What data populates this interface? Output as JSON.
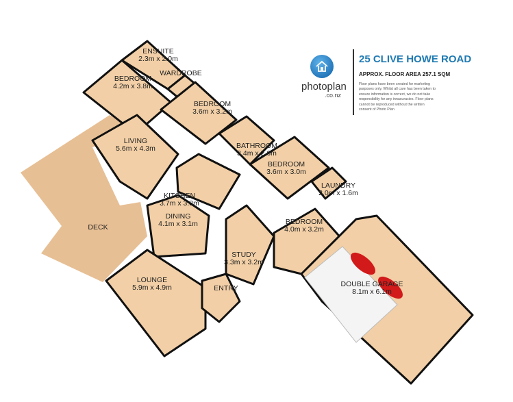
{
  "header": {
    "title": "25 CLIVE HOWE ROAD",
    "floor_area": "APPROX. FLOOR AREA 257.1 SQM",
    "disclaimer": "Floor plans have been created for marketing purposes only. Whilst all care has been taken to ensure information is correct, we do not take responsibility for any innacuracies. Floor plans cannot be reproduced without the written consent of Photo Plan"
  },
  "logo": {
    "brand": "photoplan",
    "domain": ".co.nz",
    "icon": "house-icon",
    "color": "#1f7ab3"
  },
  "rooms": [
    {
      "name": "ENSUITE",
      "size": "2.3m x 2.0m"
    },
    {
      "name": "WARDROBE",
      "size": ""
    },
    {
      "name": "BEDROOM",
      "size": "4.2m x 3.8m"
    },
    {
      "name": "BEDROOM",
      "size": "3.6m x 3.2m"
    },
    {
      "name": "LIVING",
      "size": "5.6m x 4.3m"
    },
    {
      "name": "BATHROOM",
      "size": "3.4m x 2.6m"
    },
    {
      "name": "BEDROOM",
      "size": "3.6m x 3.0m"
    },
    {
      "name": "LAUNDRY",
      "size": "2.0m x 1.6m"
    },
    {
      "name": "KITCHEN",
      "size": "3.7m x 3.3m"
    },
    {
      "name": "DINING",
      "size": "4.1m x 3.1m"
    },
    {
      "name": "DECK",
      "size": ""
    },
    {
      "name": "BEDROOM",
      "size": "4.0m x 3.2m"
    },
    {
      "name": "STUDY",
      "size": "3.3m x 3.2m"
    },
    {
      "name": "DOUBLE GARAGE",
      "size": "8.1m x 6.1m"
    },
    {
      "name": "LOUNGE",
      "size": "5.9m x 4.9m"
    },
    {
      "name": "ENTRY",
      "size": ""
    }
  ],
  "colors": {
    "floor": "#f2cfa6",
    "deck": "#e7bf94",
    "wall": "#111111",
    "garage_door": "#f4f4f4",
    "car": "#d21a1a"
  }
}
